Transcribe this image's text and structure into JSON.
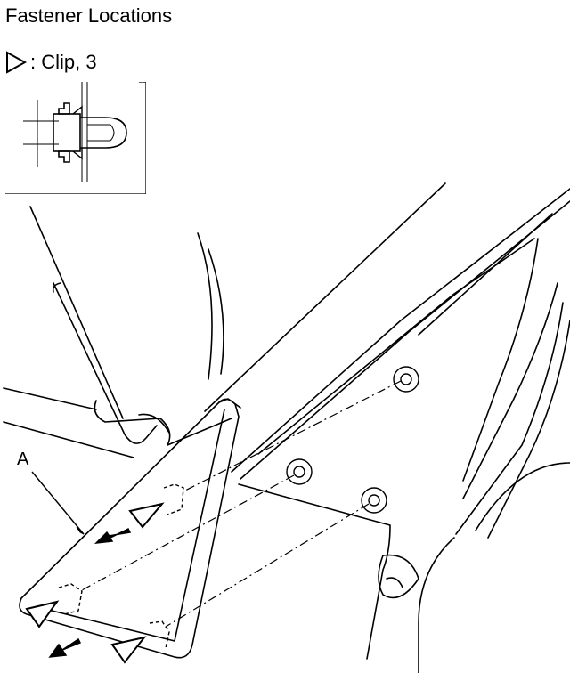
{
  "title": "Fastener Locations",
  "legend": {
    "symbol": "clip-symbol-icon",
    "label": ": Clip, 3"
  },
  "callouts": {
    "a": "A"
  },
  "colors": {
    "line": "#000000",
    "background": "#ffffff"
  }
}
